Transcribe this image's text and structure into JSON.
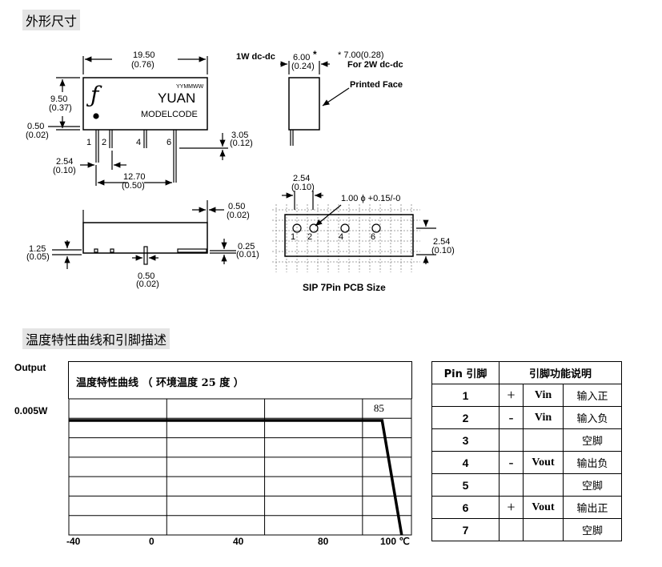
{
  "sections": {
    "dimensions_title": "外形尺寸",
    "curve_title": "温度特性曲线和引脚描述"
  },
  "drawing": {
    "w_mm": "19.50",
    "w_in": "(0.76)",
    "h_mm": "9.50",
    "h_in": "(0.37)",
    "base_mm": "0.50",
    "base_in": "(0.02)",
    "pinlen_mm": "3.05",
    "pinlen_in": "(0.12)",
    "pitch_mm": "2.54",
    "pitch_in": "(0.10)",
    "span_mm": "12.70",
    "span_in": "(0.50)",
    "pin_labels": [
      "1",
      "2",
      "4",
      "6"
    ],
    "logo": "YUAN",
    "date_code": "YYMMWW",
    "model": "MODELCODE",
    "side_1w": "1W dc-dc",
    "side_thick_mm": "6.00",
    "side_thick_in": "(0.24)",
    "side_star": "*",
    "side_2w_dims": "* 7.00(0.28)",
    "side_2w": "For 2W dc-dc",
    "printed_face": "Printed Face",
    "bot_top_mm": "0.50",
    "bot_top_in": "(0.02)",
    "bot_left_mm": "1.25",
    "bot_left_in": "(0.05)",
    "bot_right_mm": "0.25",
    "bot_right_in": "(0.01)",
    "bot_pin_mm": "0.50",
    "bot_pin_in": "(0.02)",
    "pcb_pitch_mm": "2.54",
    "pcb_pitch_in": "(0.10)",
    "pcb_hole": "1.00 ϕ +0.15/-0",
    "pcb_pins": [
      "1",
      "2",
      "4",
      "6"
    ],
    "pcb_row_mm": "2.54",
    "pcb_row_in": "(0.10)",
    "pcb_caption": "SIP 7Pin  PCB Size"
  },
  "chart_data": {
    "type": "line",
    "title": "温度特性曲线 （ 环境温度 25 度 ）",
    "ylabel": "Output",
    "y_tick": "0.005W",
    "x_ticks": [
      "-40",
      "0",
      "40",
      "80",
      "100 ℃"
    ],
    "x": [
      -40,
      88,
      96
    ],
    "y": [
      0.005,
      0.005,
      0
    ],
    "annotation": "85",
    "xlim": [
      -40,
      100
    ],
    "grid": true
  },
  "pin_table": {
    "headers": [
      "Pin 引脚",
      "引脚功能说明"
    ],
    "rows": [
      {
        "pin": "1",
        "sign": "+",
        "name": "Vin",
        "desc": "输入正"
      },
      {
        "pin": "2",
        "sign": "-",
        "name": "Vin",
        "desc": "输入负"
      },
      {
        "pin": "3",
        "sign": "",
        "name": "",
        "desc": "空脚"
      },
      {
        "pin": "4",
        "sign": "-",
        "name": "Vout",
        "desc": "输出负"
      },
      {
        "pin": "5",
        "sign": "",
        "name": "",
        "desc": "空脚"
      },
      {
        "pin": "6",
        "sign": "+",
        "name": "Vout",
        "desc": "输出正"
      },
      {
        "pin": "7",
        "sign": "",
        "name": "",
        "desc": "空脚"
      }
    ]
  }
}
